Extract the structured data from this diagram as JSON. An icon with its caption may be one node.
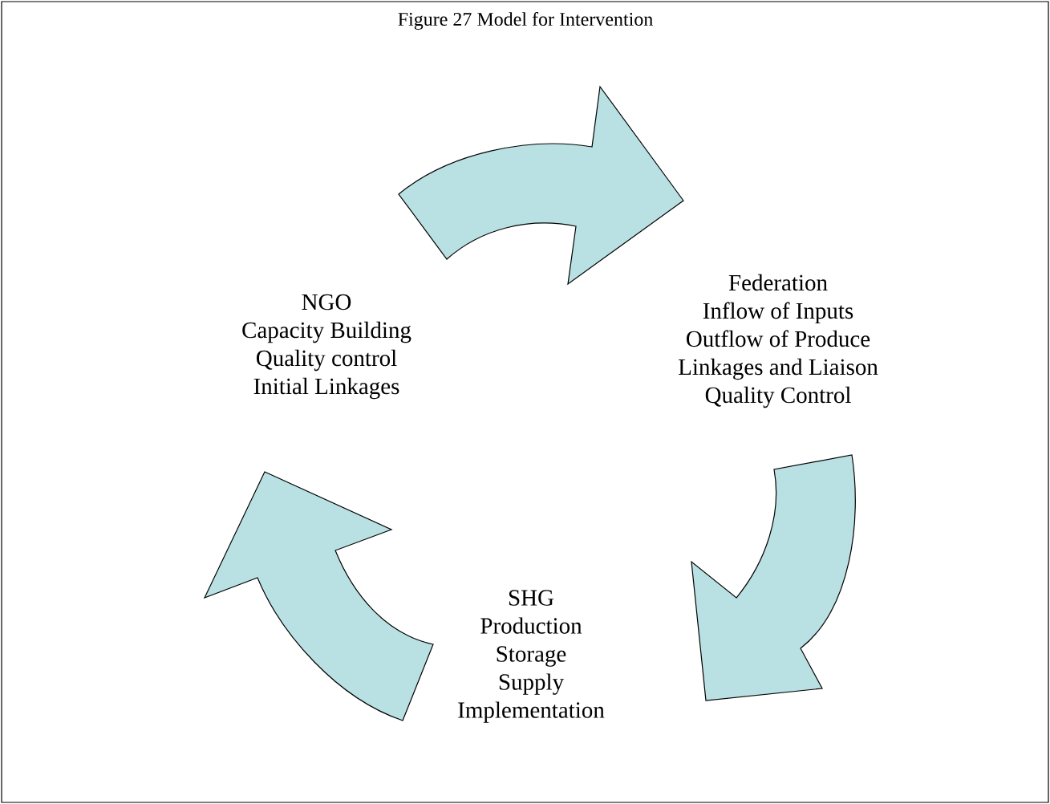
{
  "diagram": {
    "title": "Figure 27  Model for Intervention",
    "nodes": [
      {
        "text": [
          "NGO",
          "Capacity Building",
          "Quality control",
          "Initial Linkages"
        ]
      },
      {
        "text": [
          "Federation",
          "Inflow of Inputs",
          "Outflow of Produce",
          "Linkages and Liaison",
          "Quality Control"
        ]
      },
      {
        "text": [
          "SHG",
          "Production",
          "Storage",
          "Supply",
          "Implementation"
        ]
      }
    ],
    "edges": [
      {
        "from": 0,
        "to": 1,
        "arrow": "to"
      },
      {
        "from": 1,
        "to": 2,
        "arrow": "to"
      },
      {
        "from": 2,
        "to": 0,
        "arrow": "to"
      }
    ]
  }
}
